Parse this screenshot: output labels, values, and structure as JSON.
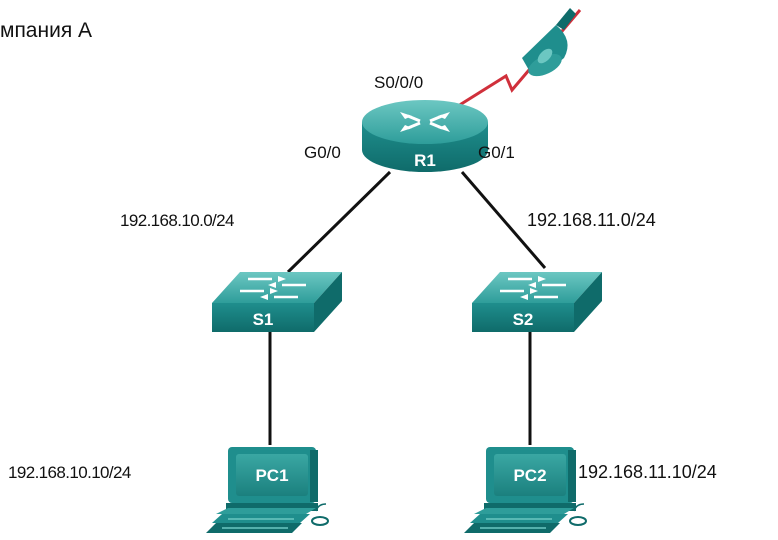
{
  "title": "мпания А",
  "colors": {
    "teal_light": "#52b8b3",
    "teal_mid": "#1f8e8d",
    "teal_dark": "#0f6b6a",
    "cable": "#111111",
    "wan_link": "#d0303b",
    "text": "#111111"
  },
  "router": {
    "name": "R1",
    "ports": {
      "serial": "S0/0/0",
      "left": "G0/0",
      "right": "G0/1"
    }
  },
  "switches": [
    {
      "name": "S1"
    },
    {
      "name": "S2"
    }
  ],
  "pcs": [
    {
      "name": "PC1"
    },
    {
      "name": "PC2"
    }
  ],
  "networks": {
    "left": "192.168.10.0/24",
    "right": "192.168.11.0/24"
  },
  "hosts": {
    "pc1_ip": "192.168.10.10/24",
    "pc2_ip": "192.168.11.10/24"
  },
  "icons": {
    "isp": "cloud-link-antenna-icon",
    "router": "router-icon",
    "switch": "switch-icon",
    "pc": "pc-icon"
  }
}
